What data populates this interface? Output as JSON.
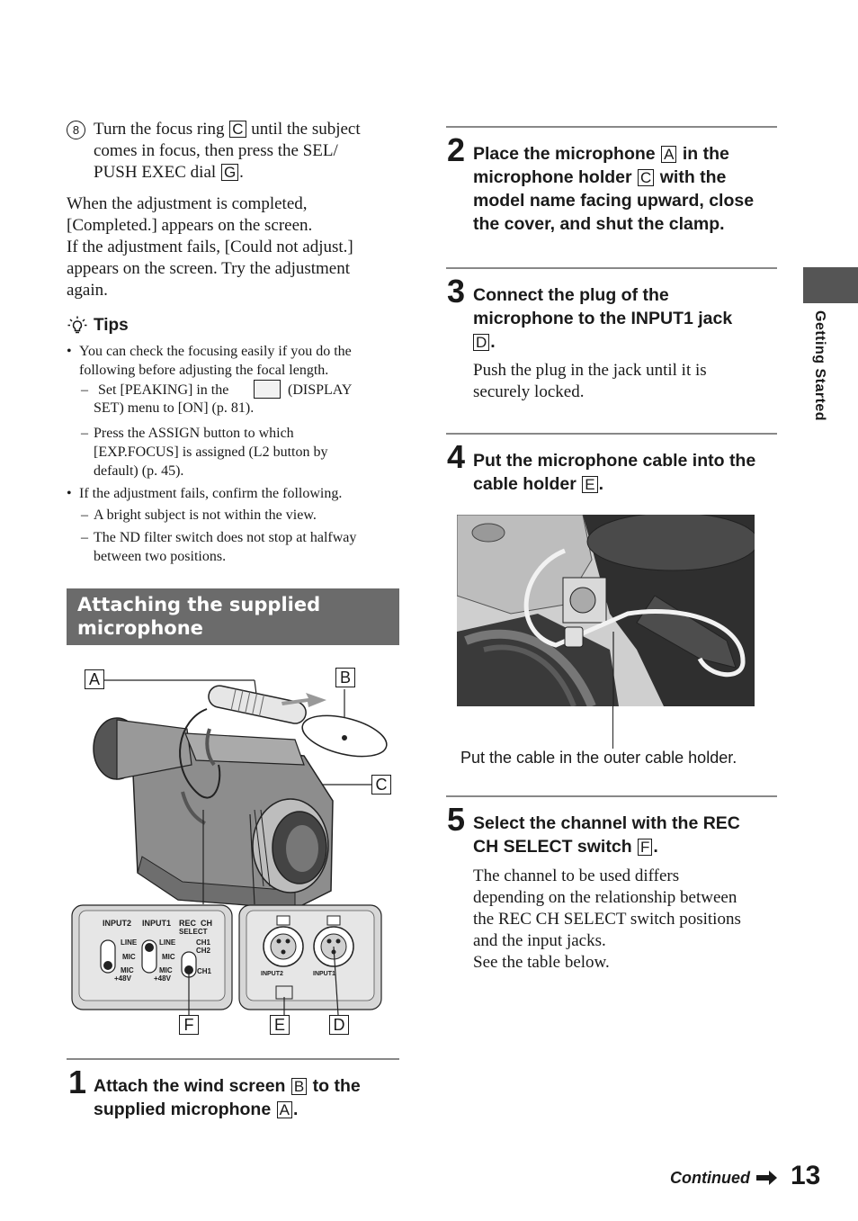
{
  "left": {
    "step8": {
      "marker": "8",
      "t1a": "Turn the focus ring",
      "t1b": "until the subject",
      "t2": "comes in focus, then press the SEL/",
      "t3a": "PUSH EXEC dial",
      "ring": "C",
      "dial": "G"
    },
    "para1": [
      "When the adjustment is completed,",
      "[Completed.] appears on the screen.",
      "If the adjustment fails, [Could not adjust.]",
      "appears on the screen. Try the adjustment",
      "again."
    ],
    "tips_title": "Tips",
    "tips": {
      "b1a": "You can check the focusing easily if you do the",
      "b1b": "following before adjusting the focal length.",
      "d1a_pre": "Set [PEAKING] in the",
      "d1a_post": "(DISPLAY",
      "d1b": "SET) menu to [ON] (p. 81).",
      "d2a": "Press the ASSIGN button to which",
      "d2b": "[EXP.FOCUS] is assigned (L2 button by",
      "d2c": "default) (p. 45).",
      "b2": "If the adjustment fails, confirm the following.",
      "d3": "A bright subject is not within the view.",
      "d4a": "The ND filter switch does not stop at halfway",
      "d4b": "between two positions."
    },
    "section_title_1": "Attaching the supplied",
    "section_title_2": "microphone",
    "figure_labels": {
      "a": "A",
      "b": "B",
      "c": "C",
      "d": "D",
      "e": "E",
      "f": "F"
    },
    "panel": {
      "input2": "INPUT2",
      "input1": "INPUT1",
      "rec_ch": "REC  CH",
      "select": "SELECT",
      "line": "LINE",
      "mic": "MIC",
      "mic48": "MIC",
      "plus48": "+48V",
      "ch1a": "CH1",
      "ch2": "CH2",
      "ch1b": "CH1",
      "jack2": "INPUT2",
      "jack1": "INPUT1"
    },
    "step1": {
      "num": "1",
      "l1a": "Attach the wind screen",
      "l1b": "to the",
      "l2a": "supplied microphone",
      "box1": "B",
      "box2": "A"
    }
  },
  "right": {
    "step2": {
      "num": "2",
      "l1a": "Place the microphone",
      "l1b": "in the",
      "l2a": "microphone holder",
      "l2b": "with the",
      "l3": "model name facing upward, close",
      "l4": "the cover, and shut the clamp.",
      "box1": "A",
      "box2": "C"
    },
    "step3": {
      "num": "3",
      "l1": "Connect the plug of the",
      "l2": "microphone to the INPUT1 jack",
      "box": "D",
      "b1": "Push the plug in the jack until it is",
      "b2": "securely locked."
    },
    "step4": {
      "num": "4",
      "l1": "Put the microphone cable into the",
      "l2a": "cable holder",
      "box": "E",
      "caption": "Put the cable in the outer cable holder."
    },
    "step5": {
      "num": "5",
      "l1": "Select the channel with the REC",
      "l2a": "CH SELECT switch",
      "box": "F",
      "b": [
        "The channel to be used differs",
        "depending on the relationship between",
        "the REC CH SELECT switch positions",
        "and the input jacks.",
        "See the table below."
      ]
    }
  },
  "sidebar": {
    "label": "Getting Started"
  },
  "footer": {
    "continued": "Continued",
    "page": "13"
  }
}
